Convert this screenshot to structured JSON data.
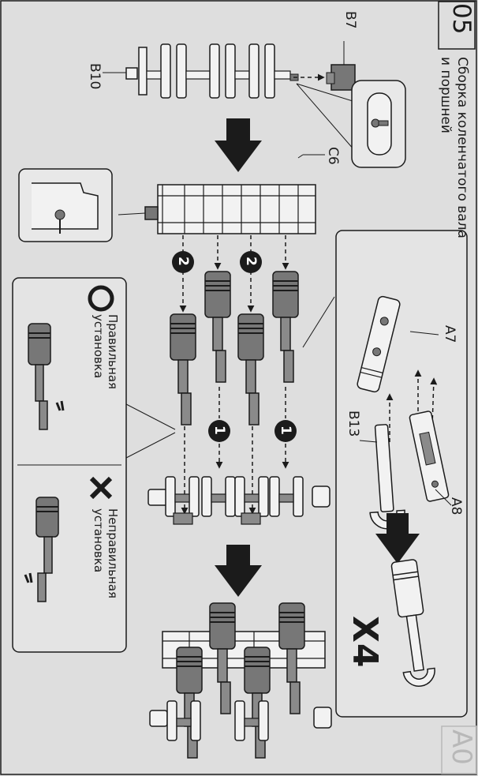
{
  "step": {
    "number": "05",
    "title_line1": "Сборка коленчатого вала",
    "title_line2": "и поршней"
  },
  "parts": {
    "b7": "B7",
    "b10": "B10",
    "c6": "C6",
    "a7": "A7",
    "a8": "A8",
    "b13": "B13"
  },
  "markers": [
    "2",
    "2",
    "1",
    "1"
  ],
  "quantity": "X4",
  "notes": {
    "correct_line1": "Правильная",
    "correct_line2": "установка",
    "incorrect_line1": "Неправильная",
    "incorrect_line2": "установка"
  },
  "page_number": "A0",
  "colors": {
    "ink": "#1b1b1b",
    "paper": "#dedede",
    "part_fill": "#f2f2f2",
    "pin_fill": "#8a8a8a"
  },
  "icons": [
    "arrow-down-icon",
    "circle-ok-icon",
    "cross-icon"
  ]
}
